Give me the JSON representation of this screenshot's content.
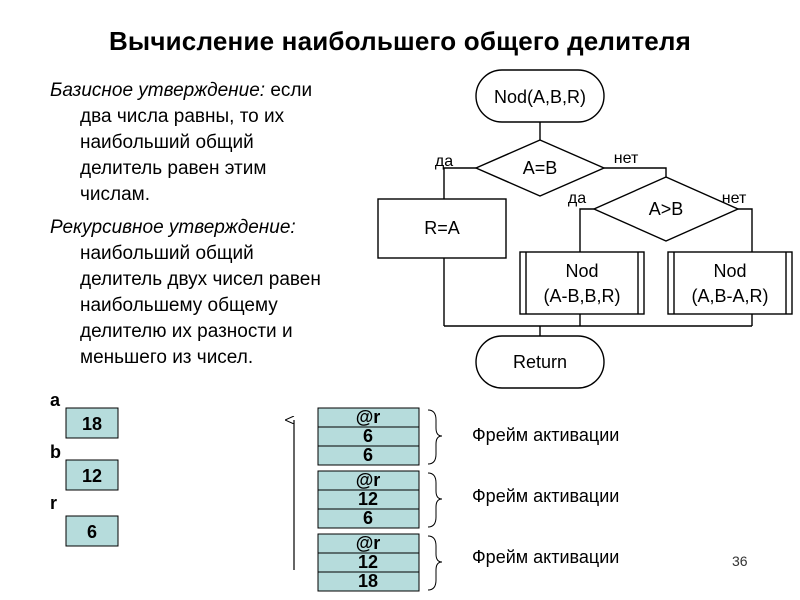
{
  "title": "Вычисление наибольшего общего делителя",
  "basis": {
    "label": "Базисное утверждение:",
    "lines": [
      "если",
      "два числа равны, то их",
      "наибольший общий",
      "делитель равен этим",
      "числам."
    ]
  },
  "recursive": {
    "label": "Рекурсивное утверждение:",
    "lines": [
      "наибольший общий",
      "делитель двух чисел равен",
      "наибольшему общему",
      "делителю их разности и",
      "меньшего из чисел."
    ]
  },
  "flowchart": {
    "start": "Nod(A,B,R)",
    "cond1": "A=B",
    "cond1_yes": "да",
    "cond1_no": "нет",
    "cond2": "A>B",
    "cond2_yes": "да",
    "cond2_no": "нет",
    "assign": "R=A",
    "call1_line1": "Nod",
    "call1_line2": "(A-B,B,R)",
    "call2_line1": "Nod",
    "call2_line2": "(A,B-A,R)",
    "end": "Return"
  },
  "variables": [
    {
      "name": "a",
      "value": "18"
    },
    {
      "name": "b",
      "value": "12"
    },
    {
      "name": "r",
      "value": "6"
    }
  ],
  "stack_frames": [
    {
      "cells": [
        "@r",
        "6",
        "6"
      ],
      "label": "Фрейм активации"
    },
    {
      "cells": [
        "@r",
        "12",
        "6"
      ],
      "label": "Фрейм активации"
    },
    {
      "cells": [
        "@r",
        "12",
        "18"
      ],
      "label": "Фрейм активации"
    }
  ],
  "slide_number": "36",
  "colors": {
    "cell_fill": "#b6dcdc",
    "stroke": "#000000"
  }
}
